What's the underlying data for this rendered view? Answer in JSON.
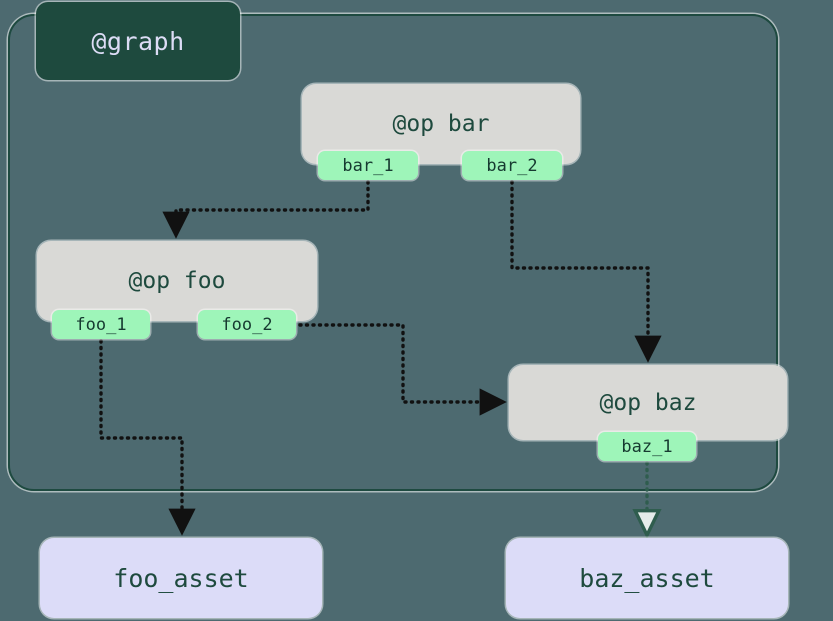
{
  "diagram": {
    "type": "dagster-op-graph",
    "background_color": "#4d6a70",
    "container": {
      "label": "@graph",
      "label_bg": "#1e4a3e",
      "label_text_color": "#dcdcf5",
      "border_color": "#1e4a40"
    },
    "op_nodes": [
      {
        "id": "bar",
        "label": "@op bar",
        "fill": "#d9d9d6",
        "text_color": "#1e4a3e",
        "ports": [
          {
            "id": "bar_1",
            "label": "bar_1",
            "fill": "#9ef5b9"
          },
          {
            "id": "bar_2",
            "label": "bar_2",
            "fill": "#9ef5b9"
          }
        ]
      },
      {
        "id": "foo",
        "label": "@op foo",
        "fill": "#d9d9d6",
        "text_color": "#1e4a3e",
        "ports": [
          {
            "id": "foo_1",
            "label": "foo_1",
            "fill": "#9ef5b9"
          },
          {
            "id": "foo_2",
            "label": "foo_2",
            "fill": "#9ef5b9"
          }
        ]
      },
      {
        "id": "baz",
        "label": "@op baz",
        "fill": "#d9d9d6",
        "text_color": "#1e4a3e",
        "ports": [
          {
            "id": "baz_1",
            "label": "baz_1",
            "fill": "#9ef5b9"
          }
        ]
      }
    ],
    "asset_nodes": [
      {
        "id": "foo_asset",
        "label": "foo_asset",
        "fill": "#dcdcf8",
        "text_color": "#1e4a3e"
      },
      {
        "id": "baz_asset",
        "label": "baz_asset",
        "fill": "#dcdcf8",
        "text_color": "#1e4a3e"
      }
    ],
    "edges": [
      {
        "id": "bar_1-to-foo",
        "from": "bar_1",
        "to": "foo",
        "style": "dotted",
        "color": "#111111"
      },
      {
        "id": "bar_2-to-baz",
        "from": "bar_2",
        "to": "baz",
        "style": "dotted",
        "color": "#111111"
      },
      {
        "id": "foo_2-to-baz",
        "from": "foo_2",
        "to": "baz",
        "style": "dotted",
        "color": "#111111"
      },
      {
        "id": "foo_1-to-foo_asset",
        "from": "foo_1",
        "to": "foo_asset",
        "style": "dotted",
        "color": "#111111"
      },
      {
        "id": "baz_1-to-baz_asset",
        "from": "baz_1",
        "to": "baz_asset",
        "style": "dotted",
        "color": "#2f5d4e"
      }
    ]
  }
}
